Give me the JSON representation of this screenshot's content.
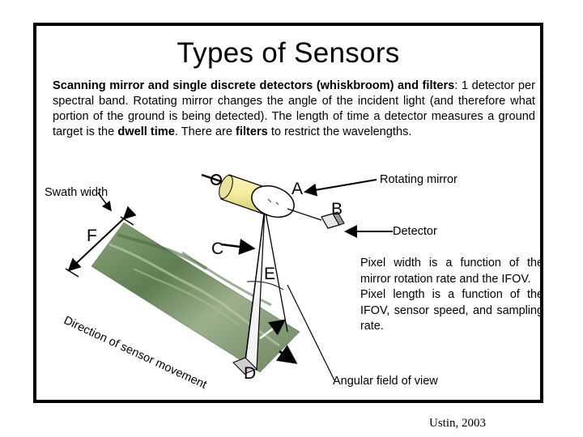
{
  "slide": {
    "title": "Types of Sensors",
    "description": {
      "lead_bold": "Scanning mirror and single discrete detectors (whiskbroom) and filters",
      "part1": ": 1 detector per spectral band.  Rotating mirror changes the angle of the incident light (and therefore what portion of the ground is being detected).  The length of time a detector measures a ground target is the ",
      "dwell_bold": "dwell time",
      "part2": ".  There are ",
      "filters_bold": "filters",
      "part3": " to restrict the wavelengths."
    },
    "labels": {
      "rotating_mirror": "Rotating mirror",
      "detector": "Detector",
      "swath_width": "Swath width",
      "direction": "Direction of sensor movement",
      "angular_fov": "Angular field of view"
    },
    "letters": {
      "a": "A",
      "b": "B",
      "c": "C",
      "d": "D",
      "e": "E",
      "f": "F"
    },
    "notes": {
      "pixel_width": "Pixel width is a function of the mirror rotation rate and the IFOV.",
      "pixel_length": "Pixel length is a function of the IFOV, sensor speed, and sampling rate."
    }
  },
  "credit": "Ustin, 2003",
  "colors": {
    "mirror_yellow": "#f2ec9a",
    "ground_green": "#7f9a70",
    "frame": "#000000"
  }
}
